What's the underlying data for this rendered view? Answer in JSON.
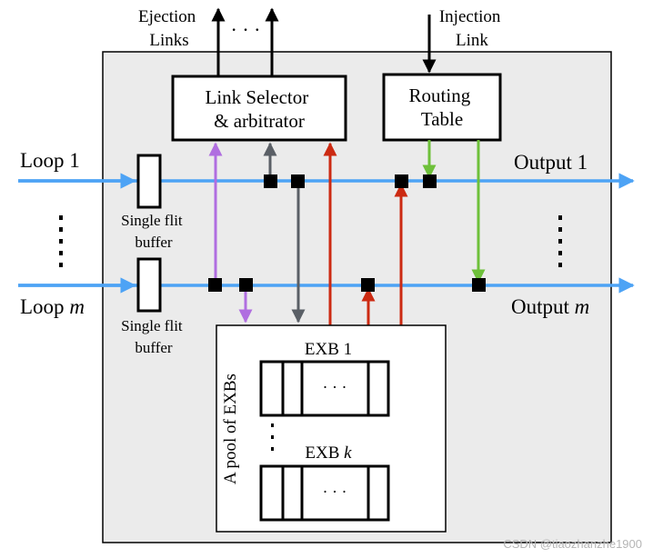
{
  "labels": {
    "ejection_links": [
      "Ejection",
      "Links"
    ],
    "injection_link": [
      "Injection",
      "Link"
    ],
    "link_selector": [
      "Link Selector",
      "& arbitrator"
    ],
    "routing_table": [
      "Routing",
      "Table"
    ],
    "loop_1": "Loop 1",
    "loop_m_prefix": "Loop ",
    "loop_m_var": "m",
    "output_1": "Output 1",
    "output_m_prefix": "Output ",
    "output_m_var": "m",
    "single_flit_buffer": [
      "Single flit",
      "buffer"
    ],
    "exb_1": "EXB 1",
    "exb_k_prefix": "EXB ",
    "exb_k_var": "k",
    "exb_slot_dots": "· · ·",
    "ejection_dots": "· · ·",
    "pool": "A pool of EXBs",
    "watermark": "CSDN @tiaozhanzhe1900"
  },
  "colors": {
    "loop": "#4da3f5",
    "purple": "#b06ee0",
    "gray": "#5a5f66",
    "red": "#cc2a12",
    "green": "#6ec03a",
    "panel": "#ebebeb"
  }
}
